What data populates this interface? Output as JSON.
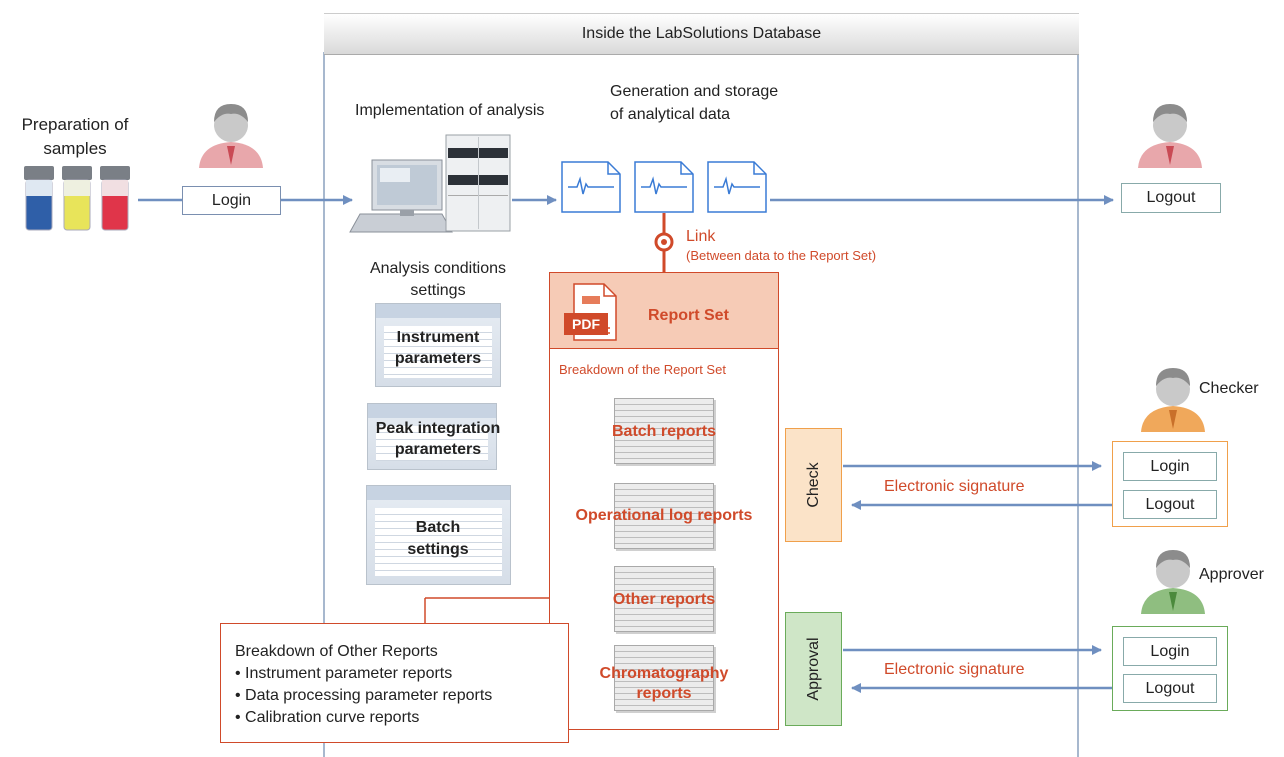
{
  "database": {
    "title": "Inside the LabSolutions Database"
  },
  "preparation": {
    "line1": "Preparation of",
    "line2": "samples"
  },
  "user": {
    "login": "Login",
    "logout": "Logout"
  },
  "analysis": {
    "implementation": "Implementation of analysis",
    "generation_line1": "Generation and storage",
    "generation_line2": "of analytical data"
  },
  "link": {
    "label": "Link",
    "sub": "(Between data to the Report Set)"
  },
  "conditions": {
    "line1": "Analysis conditions",
    "line2": "settings",
    "instrument_line1": "Instrument",
    "instrument_line2": "parameters",
    "peak_line1": "Peak integration",
    "peak_line2": "parameters",
    "batch_line1": "Batch",
    "batch_line2": "settings"
  },
  "report_set": {
    "pdf": "PDF",
    "title": "Report Set",
    "breakdown": "Breakdown of the Report Set",
    "batch": "Batch reports",
    "operational": "Operational log reports",
    "other": "Other reports",
    "chrom_line1": "Chromatography",
    "chrom_line2": "reports"
  },
  "other_breakdown": {
    "title": "Breakdown of Other Reports",
    "items": [
      "• Instrument parameter reports",
      "• Data processing parameter reports",
      "• Calibration curve reports"
    ]
  },
  "check": {
    "label": "Check",
    "role": "Checker",
    "signature": "Electronic signature",
    "login": "Login",
    "logout": "Logout"
  },
  "approval": {
    "label": "Approval",
    "role": "Approver",
    "signature": "Electronic signature",
    "login": "Login",
    "logout": "Logout"
  },
  "colors": {
    "arrow": "#6f8fc0",
    "accent": "#d04a2a",
    "check": "#f0a04b",
    "approval": "#6aab5a"
  }
}
